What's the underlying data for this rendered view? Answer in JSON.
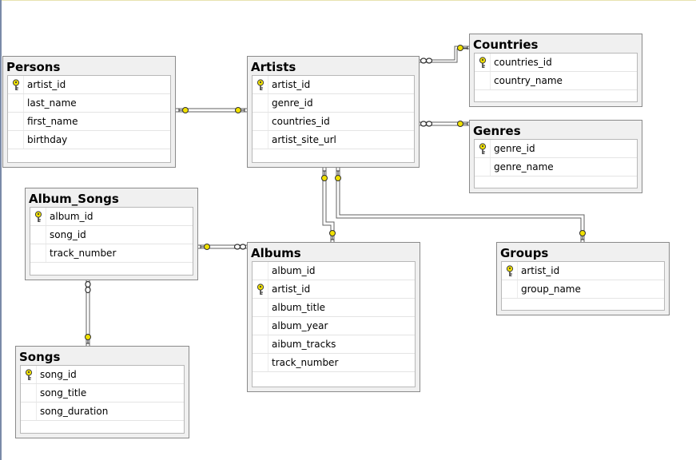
{
  "tables": {
    "persons": {
      "title": "Persons",
      "columns": [
        {
          "name": "artist_id",
          "pk": true
        },
        {
          "name": "last_name",
          "pk": false
        },
        {
          "name": "first_name",
          "pk": false
        },
        {
          "name": "birthday",
          "pk": false
        }
      ]
    },
    "artists": {
      "title": "Artists",
      "columns": [
        {
          "name": "artist_id",
          "pk": true
        },
        {
          "name": "genre_id",
          "pk": false
        },
        {
          "name": "countries_id",
          "pk": false
        },
        {
          "name": "artist_site_url",
          "pk": false
        }
      ]
    },
    "countries": {
      "title": "Countries",
      "columns": [
        {
          "name": "countries_id",
          "pk": true
        },
        {
          "name": "country_name",
          "pk": false
        }
      ]
    },
    "genres": {
      "title": "Genres",
      "columns": [
        {
          "name": "genre_id",
          "pk": true
        },
        {
          "name": "genre_name",
          "pk": false
        }
      ]
    },
    "album_songs": {
      "title": "Album_Songs",
      "columns": [
        {
          "name": "album_id",
          "pk": true
        },
        {
          "name": "song_id",
          "pk": false
        },
        {
          "name": "track_number",
          "pk": false
        }
      ]
    },
    "albums": {
      "title": "Albums",
      "columns": [
        {
          "name": "album_id",
          "pk": false
        },
        {
          "name": "artist_id",
          "pk": true
        },
        {
          "name": "album_title",
          "pk": false
        },
        {
          "name": "album_year",
          "pk": false
        },
        {
          "name": "aibum_tracks",
          "pk": false
        },
        {
          "name": "track_number",
          "pk": false
        }
      ]
    },
    "groups": {
      "title": "Groups",
      "columns": [
        {
          "name": "artist_id",
          "pk": true
        },
        {
          "name": "group_name",
          "pk": false
        }
      ]
    },
    "songs": {
      "title": "Songs",
      "columns": [
        {
          "name": "song_id",
          "pk": true
        },
        {
          "name": "song_title",
          "pk": false
        },
        {
          "name": "song_duration",
          "pk": false
        }
      ]
    }
  },
  "relationships": [
    {
      "from": "persons",
      "to": "artists",
      "from_end": "one",
      "to_end": "one"
    },
    {
      "from": "artists",
      "to": "countries",
      "from_end": "many",
      "to_end": "one"
    },
    {
      "from": "artists",
      "to": "genres",
      "from_end": "many",
      "to_end": "one"
    },
    {
      "from": "album_songs",
      "to": "albums",
      "from_end": "one",
      "to_end": "many"
    },
    {
      "from": "artists",
      "to": "albums",
      "from_end": "one",
      "to_end": "one"
    },
    {
      "from": "artists",
      "to": "groups",
      "from_end": "one",
      "to_end": "one"
    },
    {
      "from": "album_songs",
      "to": "songs",
      "from_end": "many",
      "to_end": "one"
    }
  ],
  "colors": {
    "key": "#f0e000",
    "connector": "#606060",
    "title_bar": "#f0f0f0"
  }
}
